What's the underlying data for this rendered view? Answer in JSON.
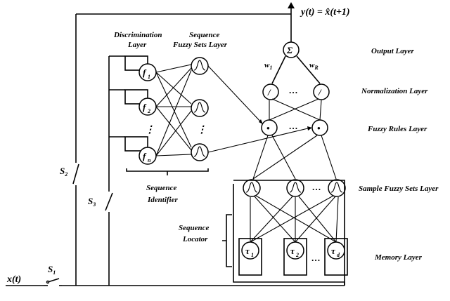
{
  "labels": {
    "output_eq": "y(t) = x̂(t+1)",
    "input": "x(t)",
    "s1": "S",
    "s1_sub": "1",
    "s2": "S",
    "s2_sub": "2",
    "s3": "S",
    "s3_sub": "3",
    "discrimination_line1": "Discrimination",
    "discrimination_line2": "Layer",
    "seqfuzzy_line1": "Sequence",
    "seqfuzzy_line2": "Fuzzy Sets Layer",
    "identifier_line1": "Sequence",
    "identifier_line2": "Identifier",
    "locator_line1": "Sequence",
    "locator_line2": "Locator",
    "w1": "w",
    "w1_sub": "1",
    "wr": "w",
    "wr_sub": "R",
    "layers": {
      "output": "Output Layer",
      "normalization": "Normalization Layer",
      "rules": "Fuzzy Rules Layer",
      "sample": "Sample Fuzzy Sets Layer",
      "memory": "Memory Layer"
    }
  },
  "symbols": {
    "sum": "Σ",
    "divide": "/",
    "product": "•",
    "ellipsis": "…",
    "vellipsis": "⋮",
    "f": "f",
    "f1_sub": "1",
    "f2_sub": "2",
    "fn_sub": "n",
    "tau": "τ",
    "tau1_sub": "1",
    "tau2_sub": "2",
    "taud_sub": "d"
  }
}
